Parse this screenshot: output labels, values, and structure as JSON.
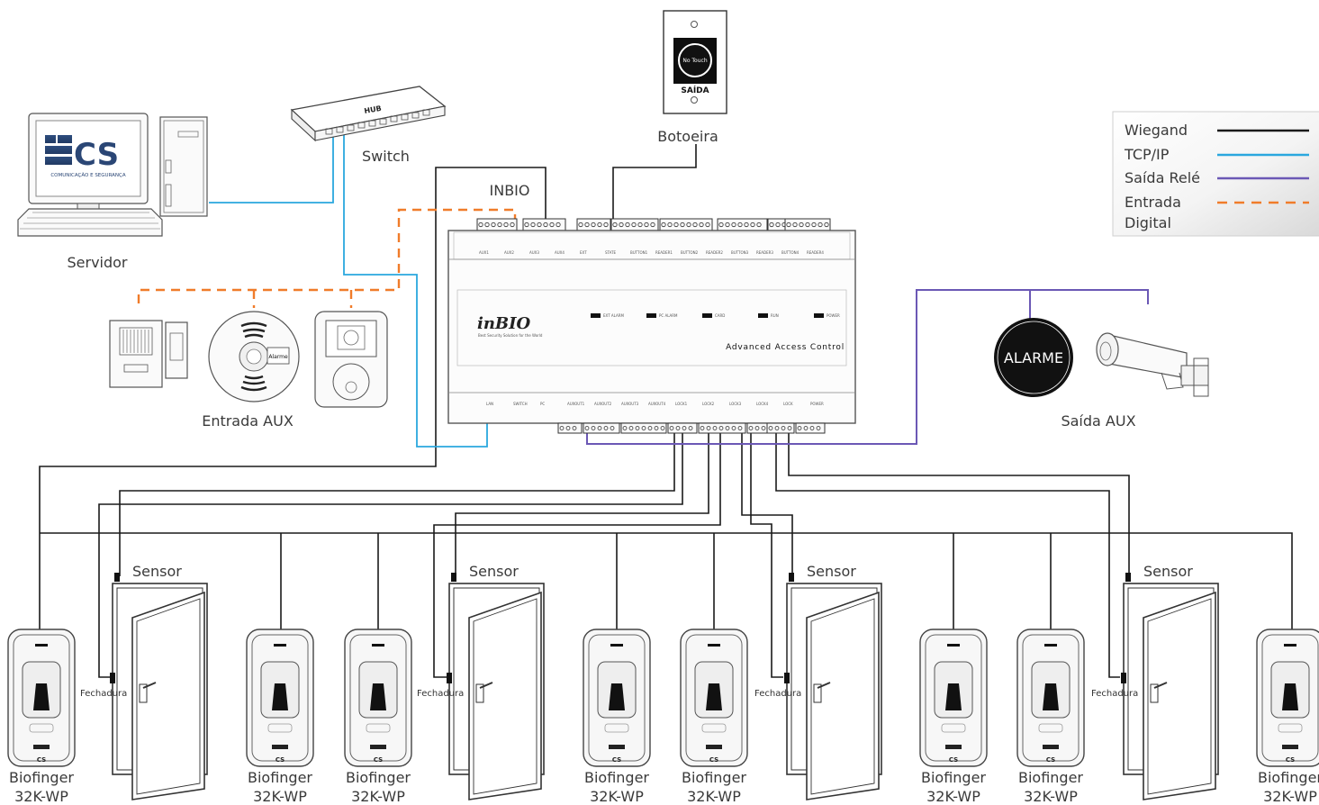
{
  "labels": {
    "servidor": "Servidor",
    "switch": "Switch",
    "hub": "HUB",
    "botoeira": "Botoeira",
    "exit_button_touch": "No Touch",
    "exit_button_label": "SAÍDA",
    "inbio": "INBIO",
    "entrada_aux": "Entrada AUX",
    "saida_aux": "Saída AUX",
    "alarme": "ALARME",
    "alarm_sensor_tag": "Alarme",
    "advanced_access_control": "Advanced Access Control",
    "inbio_brand": "inBIO",
    "inbio_tagline": "Best Security Solution for the World",
    "cs_logo": "CS",
    "cs_subtitle": "COMUNICAÇÃO E SEGURANÇA",
    "sensor": "Sensor",
    "fechadura": "Fechadura",
    "reader_name": "Biofinger",
    "reader_model": "32K-WP",
    "reader_brand": "CS"
  },
  "legend": {
    "items": [
      {
        "label": "Wiegand",
        "color": "#1a1a1a",
        "style": "solid"
      },
      {
        "label": "TCP/IP",
        "color": "#2aa7de",
        "style": "solid"
      },
      {
        "label": "Saída Relé",
        "color": "#6b58b5",
        "style": "solid"
      },
      {
        "label": "Entrada",
        "label2": "Digital",
        "color": "#f07c2a",
        "style": "dashed"
      }
    ]
  },
  "controller": {
    "leds": [
      "EXT ALARM",
      "PC ALARM",
      "CARD",
      "RUN",
      "POWER"
    ],
    "top_terminals": [
      "AUX1",
      "AUX2",
      "AUX3",
      "AUX4",
      "EXT",
      "STATE",
      "BUTTON1",
      "READER1",
      "BUTTON2",
      "READER2",
      "BUTTON3",
      "READER3",
      "BUTTON4",
      "READER4"
    ],
    "bottom_terminals": [
      "LAN",
      "SWITCH",
      "PC",
      "AUXOUT1",
      "AUXOUT2",
      "AUXOUT3",
      "AUXOUT4",
      "LOCK1",
      "LOCK2",
      "LOCK3",
      "LOCK4",
      "LOCK",
      "POWER"
    ]
  }
}
